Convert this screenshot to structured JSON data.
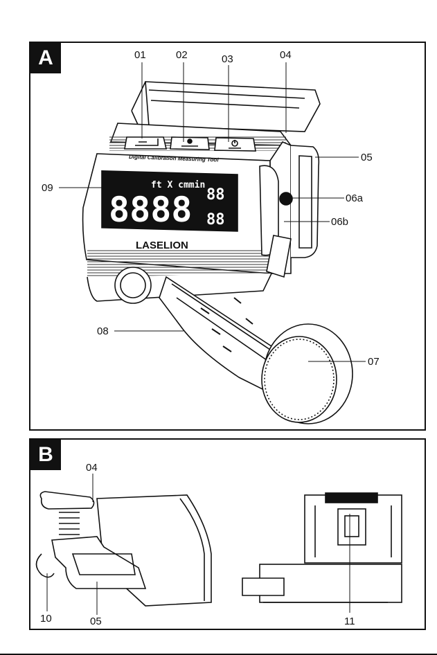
{
  "panel_a": {
    "letter": "A",
    "callouts": [
      "01",
      "02",
      "03",
      "04",
      "05",
      "06a",
      "06b",
      "07",
      "08",
      "09"
    ],
    "device_caption": "Digital Calibration Measuring Tool",
    "brand": "LASELION",
    "lcd_units": "ft X cmmin",
    "lcd_digits": "8888",
    "lcd_small_top": "88",
    "lcd_small_bottom": "88"
  },
  "panel_b": {
    "letter": "B",
    "callouts": [
      "04",
      "10",
      "05",
      "11"
    ]
  }
}
